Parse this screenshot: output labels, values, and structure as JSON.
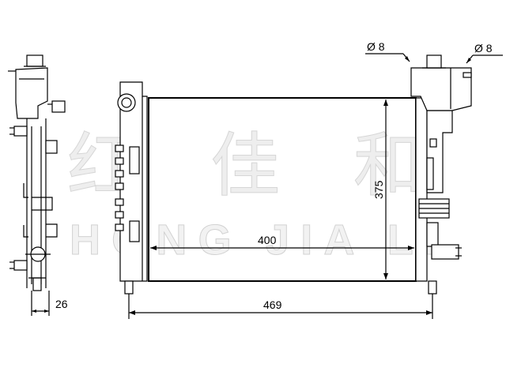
{
  "dimensions": {
    "width_total": "469",
    "core_width": "400",
    "core_height": "375",
    "depth": "26",
    "pipe_left": "Ø 8",
    "pipe_right": "Ø 8"
  },
  "watermark": {
    "chinese": "红 佳 和",
    "english": "HONG JIA LI"
  }
}
